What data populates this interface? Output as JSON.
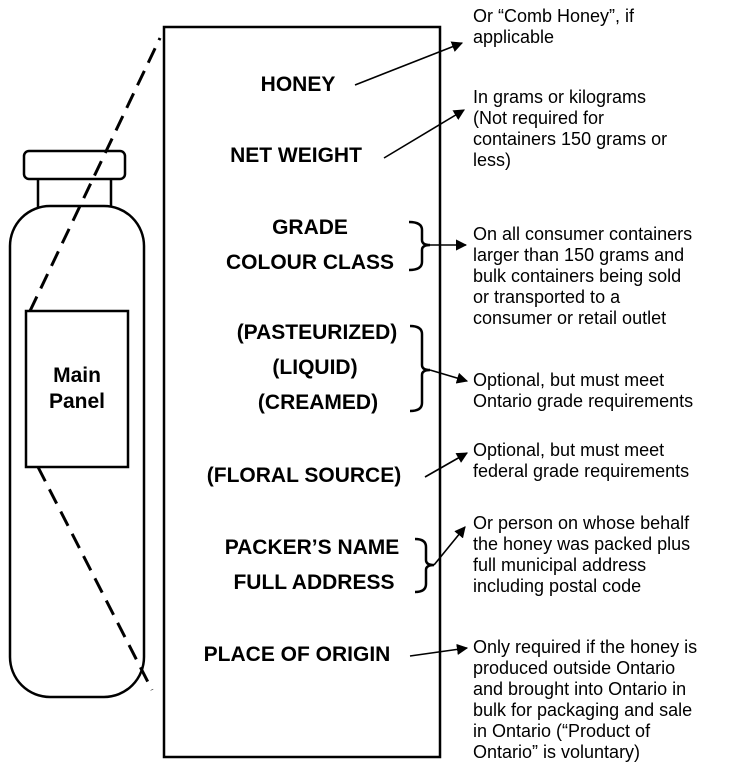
{
  "jar": {
    "panel_label_line1": "Main",
    "panel_label_line2": "Panel"
  },
  "label_items": {
    "honey": "HONEY",
    "net_weight": "NET WEIGHT",
    "grade": "GRADE",
    "colour_class": "COLOUR CLASS",
    "pasteurized": "(PASTEURIZED)",
    "liquid": "(LIQUID)",
    "creamed": "(CREAMED)",
    "floral_source": "(FLORAL SOURCE)",
    "packers_name": "PACKER’S NAME",
    "full_address": "FULL ADDRESS",
    "place_of_origin": "PLACE OF ORIGIN"
  },
  "notes": {
    "honey": [
      "Or “Comb Honey”, if",
      "applicable"
    ],
    "net_weight": [
      "In grams or kilograms",
      "(Not required for",
      "containers 150 grams or",
      "less)"
    ],
    "grade_colour": [
      "On all consumer containers",
      "larger than 150 grams and",
      "bulk containers being sold",
      "or transported to a",
      "consumer or retail outlet"
    ],
    "optional_ontario": [
      "Optional, but must meet",
      "Ontario grade requirements"
    ],
    "optional_federal": [
      "Optional, but must meet",
      "federal grade requirements"
    ],
    "packer": [
      "Or person on whose behalf",
      "the honey was packed plus",
      "full municipal address",
      "including postal code"
    ],
    "origin": [
      "Only required if the honey is",
      "produced outside Ontario",
      "and brought into Ontario in",
      "bulk for packaging and sale",
      "in Ontario (“Product of",
      "Ontario” is voluntary)"
    ]
  }
}
